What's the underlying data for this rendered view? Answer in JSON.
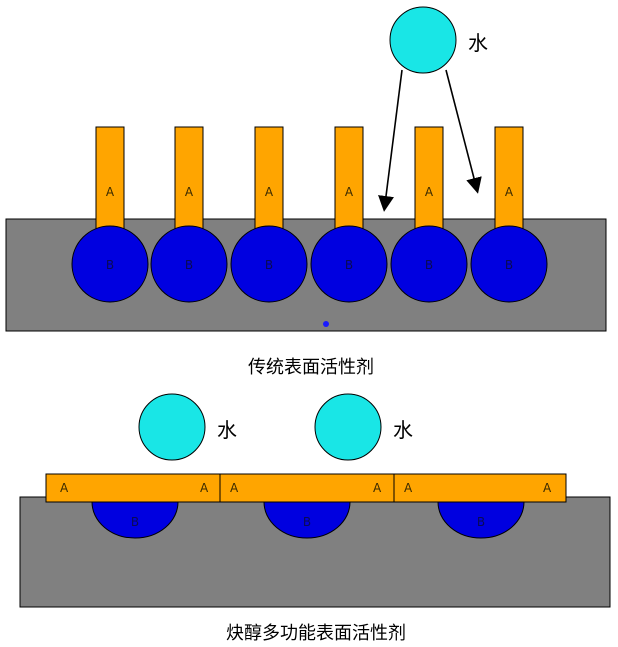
{
  "top": {
    "water_label": "水",
    "molecules": [
      {
        "head": "A",
        "tail": "B"
      },
      {
        "head": "A",
        "tail": "B"
      },
      {
        "head": "A",
        "tail": "B"
      },
      {
        "head": "A",
        "tail": "B"
      },
      {
        "head": "A",
        "tail": "B"
      },
      {
        "head": "A",
        "tail": "B"
      }
    ],
    "caption": "传统表面活性剂"
  },
  "bottom": {
    "water_label_1": "水",
    "water_label_2": "水",
    "segments": [
      {
        "left": "A",
        "right": "A",
        "ball": "B"
      },
      {
        "left": "A",
        "right": "A",
        "ball": "B"
      },
      {
        "left": "A",
        "right": "A",
        "ball": "B"
      }
    ],
    "caption": "炔醇多功能表面活性剂"
  },
  "colors": {
    "substrate": "#808080",
    "chain": "#ffa500",
    "head_ball": "#0000e0",
    "water": "#19e6e6"
  }
}
